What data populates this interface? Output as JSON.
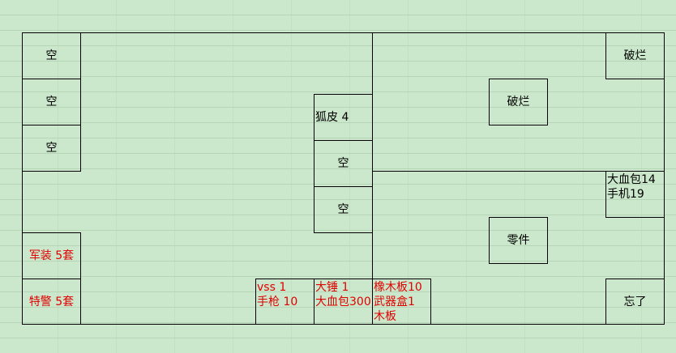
{
  "sheet": {
    "left_column": [
      "空",
      "空",
      "空"
    ],
    "military": [
      "军装 5套",
      "特警 5套"
    ],
    "center_column": [
      "狐皮 4",
      "空",
      "空"
    ],
    "bottom_row": [
      [
        "vss 1",
        "手枪 10"
      ],
      [
        "大锤 1",
        "大血包300"
      ],
      [
        "橡木板10",
        "武器盒1",
        "木板"
      ]
    ],
    "right_area": {
      "broken_top_right": "破烂",
      "broken_middle": "破烂",
      "parts": "零件",
      "supplies": [
        "大血包14",
        "手机19"
      ],
      "forgot": "忘了"
    },
    "colors": {
      "background": "#cce8cc",
      "red_text": "#e00000"
    }
  }
}
